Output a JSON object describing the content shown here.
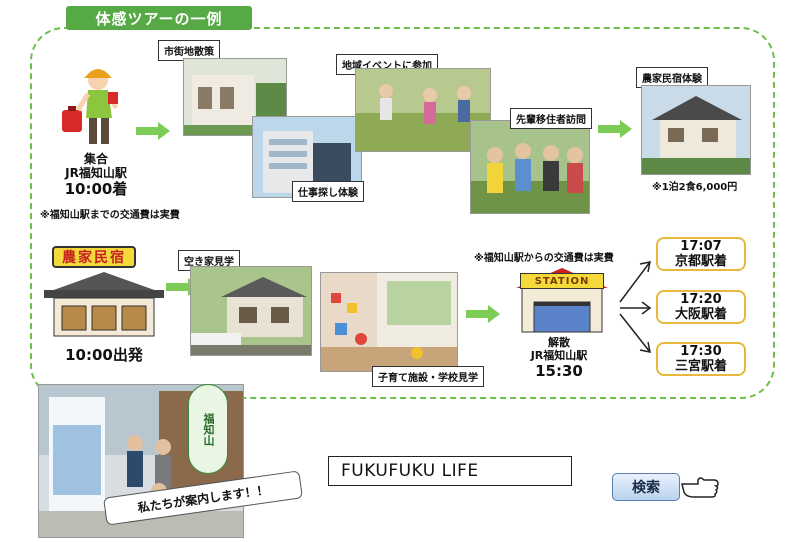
{
  "header": {
    "title": "体感ツアーの一例"
  },
  "steps": {
    "meeting": {
      "line1": "集合",
      "line2": "JR福知山駅",
      "line3": "10:00着",
      "note": "※福知山駅までの交通費は実費"
    },
    "town_walk": "市街地散策",
    "job_search": "仕事探し体験",
    "local_event": "地域イベントに参加",
    "senior_visit": "先輩移住者訪問",
    "farm_stay": "農家民宿体験",
    "farm_stay_price": "※1泊2食6,000円",
    "farmhouse_sign": "農家民宿",
    "depart": "10:00出発",
    "vacant_house": "空き家見学",
    "childcare": "子育て施設・学校見学",
    "dispersal_note": "※福知山駅からの交通費は実費",
    "station_sign": "STATION",
    "dispersal": {
      "line1": "解散",
      "line2": "JR福知山駅",
      "line3": "15:30"
    }
  },
  "arrivals": [
    {
      "time": "17:07",
      "place": "京都駅着"
    },
    {
      "time": "17:20",
      "place": "大阪駅着"
    },
    {
      "time": "17:30",
      "place": "三宮駅着"
    }
  ],
  "footer": {
    "guide_message": "私たちが案内します！！",
    "banner_text": "福知山",
    "brand": "FUKUFUKU LIFE",
    "search_label": "検索"
  },
  "colors": {
    "accent_green": "#56a945",
    "dashed_green": "#6dbf4b",
    "arrow_green": "#7dcc55",
    "time_border": "#e7b93a",
    "sign_red": "#c8211f"
  }
}
